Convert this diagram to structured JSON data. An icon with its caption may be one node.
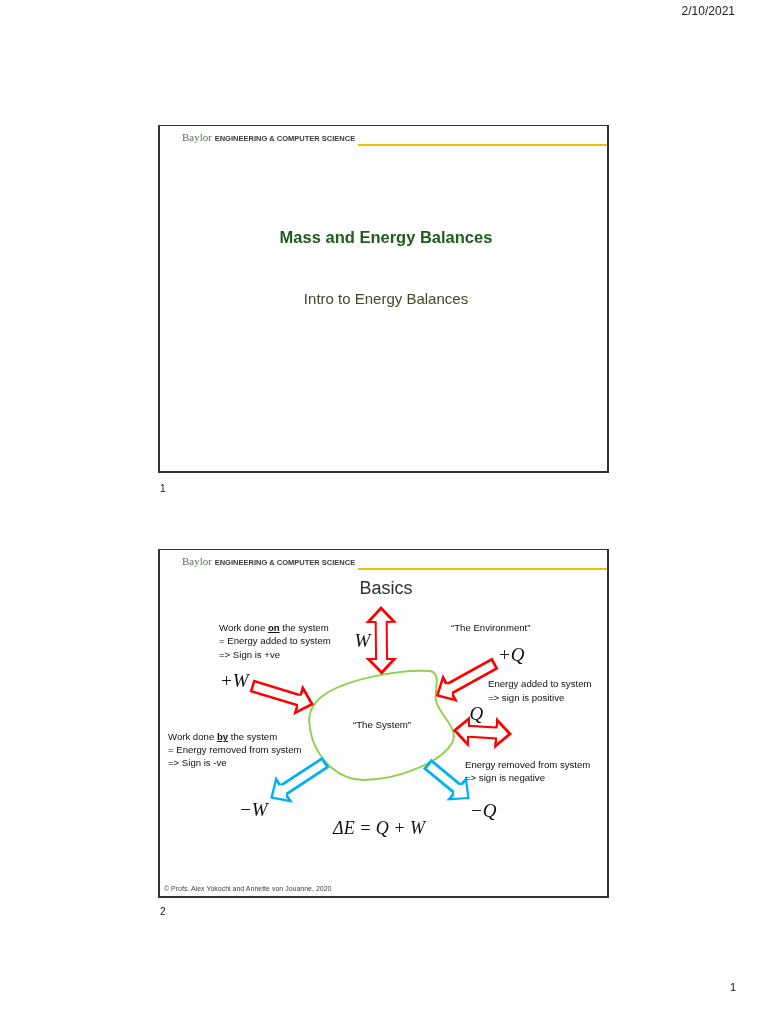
{
  "diagram": {
    "nodes": [
      {
        "text": [
          "Baylor **ENGINEERING & COMPUTER SCIENCE**",
          "Mass and Energy Balances",
          "Intro to Energy Balances"
        ],
        "beside": [
          "1"
        ]
      },
      {
        "text": [
          "Baylor **ENGINEERING & COMPUTER SCIENCE**",
          "Basics",
          "© Profs. Alex Yokochi and Annette von Jouanne, 2020"
        ],
        "beside": [
          "2"
        ]
      },
      {
        "text": [
          "+W"
        ],
        "in": 1
      },
      {
        "text": [
          "+Q"
        ],
        "in": 1
      },
      {
        "text": [
          "“The System”"
        ],
        "in": 1
      },
      {
        "text": [
          "−W"
        ],
        "in": 1
      },
      {
        "text": [
          "−Q"
        ],
        "in": 1
      }
    ],
    "edges": [
      {
        "from": 2,
        "to": 4,
        "arrow": "to"
      },
      {
        "from": 4,
        "to": null,
        "arrow": "both",
        "label": "W"
      },
      {
        "from": 3,
        "to": 4,
        "arrow": "to"
      },
      {
        "from": 4,
        "to": null,
        "arrow": "both",
        "label": "Q"
      },
      {
        "from": 4,
        "to": 5,
        "arrow": "to",
        "color": "#00b0f0"
      },
      {
        "from": 4,
        "to": 6,
        "arrow": "to",
        "color": "#00b0f0"
      }
    ],
    "labels": [
      "2/10/2021",
      "Work done **on** the system",
      "= Energy added to system",
      "=> Sign is +ve",
      "“The Environment”",
      "Energy added to system",
      "=> sign is positive",
      "Work done **by** the system",
      "= Energy removed from system",
      "=> Sign is -ve",
      "Energy removed from system",
      "=> sign is negative",
      "ΔE = Q + W",
      "1"
    ]
  }
}
